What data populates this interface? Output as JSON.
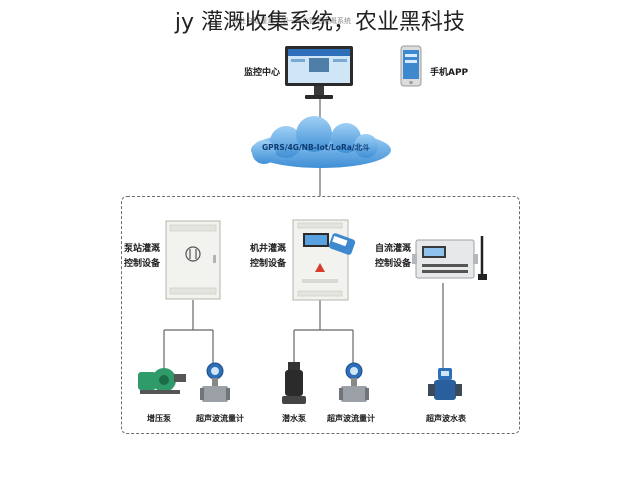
{
  "overlay_title": "jy 灌溉收集系统，农业黑科技",
  "faded_header": "农业自动灌溉水肥一体化智慧灌溉系统",
  "top_devices": {
    "monitor_label": "监控中心",
    "phone_label": "手机APP"
  },
  "cloud_label": "GPRS/4G/NB-Iot/LoRa/北斗",
  "controllers": [
    {
      "label_line1": "泵站灌溉",
      "label_line2": "控制设备"
    },
    {
      "label_line1": "机井灌溉",
      "label_line2": "控制设备"
    },
    {
      "label_line1": "自流灌溉",
      "label_line2": "控制设备"
    }
  ],
  "field_devices": [
    {
      "label": "增压泵"
    },
    {
      "label": "超声波流量计"
    },
    {
      "label": "潜水泵"
    },
    {
      "label": "超声波流量计"
    },
    {
      "label": "超声波水表"
    }
  ],
  "colors": {
    "cloud": "#3f8fd6",
    "cabinet": "#f2f2ee",
    "line": "#555555",
    "accent_blue": "#2d6fb8",
    "pump_green": "#2f9b6a"
  }
}
